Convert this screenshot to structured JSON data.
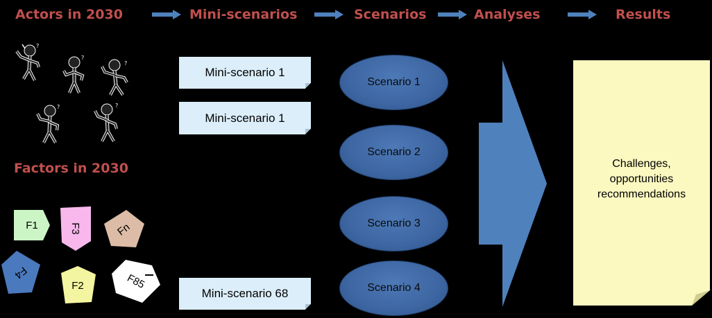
{
  "stages": [
    {
      "label": "Actors in 2030"
    },
    {
      "label": "Mini-scenarios"
    },
    {
      "label": "Scenarios"
    },
    {
      "label": "Analyses"
    },
    {
      "label": "Results"
    }
  ],
  "factors_title": "Factors in 2030",
  "mini_scenarios": [
    {
      "label": "Mini-scenario 1"
    },
    {
      "label": "Mini-scenario 1"
    },
    {
      "label": "Mini-scenario 68"
    }
  ],
  "scenarios": [
    {
      "label": "Scenario 1"
    },
    {
      "label": "Scenario 2"
    },
    {
      "label": "Scenario 3"
    },
    {
      "label": "Scenario 4"
    }
  ],
  "results": {
    "line1": "Challenges,",
    "line2": "opportunities",
    "line3": "recommendations"
  },
  "factors": [
    {
      "label": "F1",
      "color": "#ccf5c6"
    },
    {
      "label": "F3",
      "color": "#f8b8ec"
    },
    {
      "label": "Fn",
      "color": "#dcbca6"
    },
    {
      "label": "F4",
      "color": "#4b79bd"
    },
    {
      "label": "F2",
      "color": "#f3f5a0"
    },
    {
      "label": "F85",
      "color": "#ffffff"
    }
  ],
  "colors": {
    "heading": "#c0504d",
    "arrow": "#4f81bd",
    "mini_box": "#dbeef9",
    "results_box": "#fbf8c0",
    "background": "#000000"
  }
}
